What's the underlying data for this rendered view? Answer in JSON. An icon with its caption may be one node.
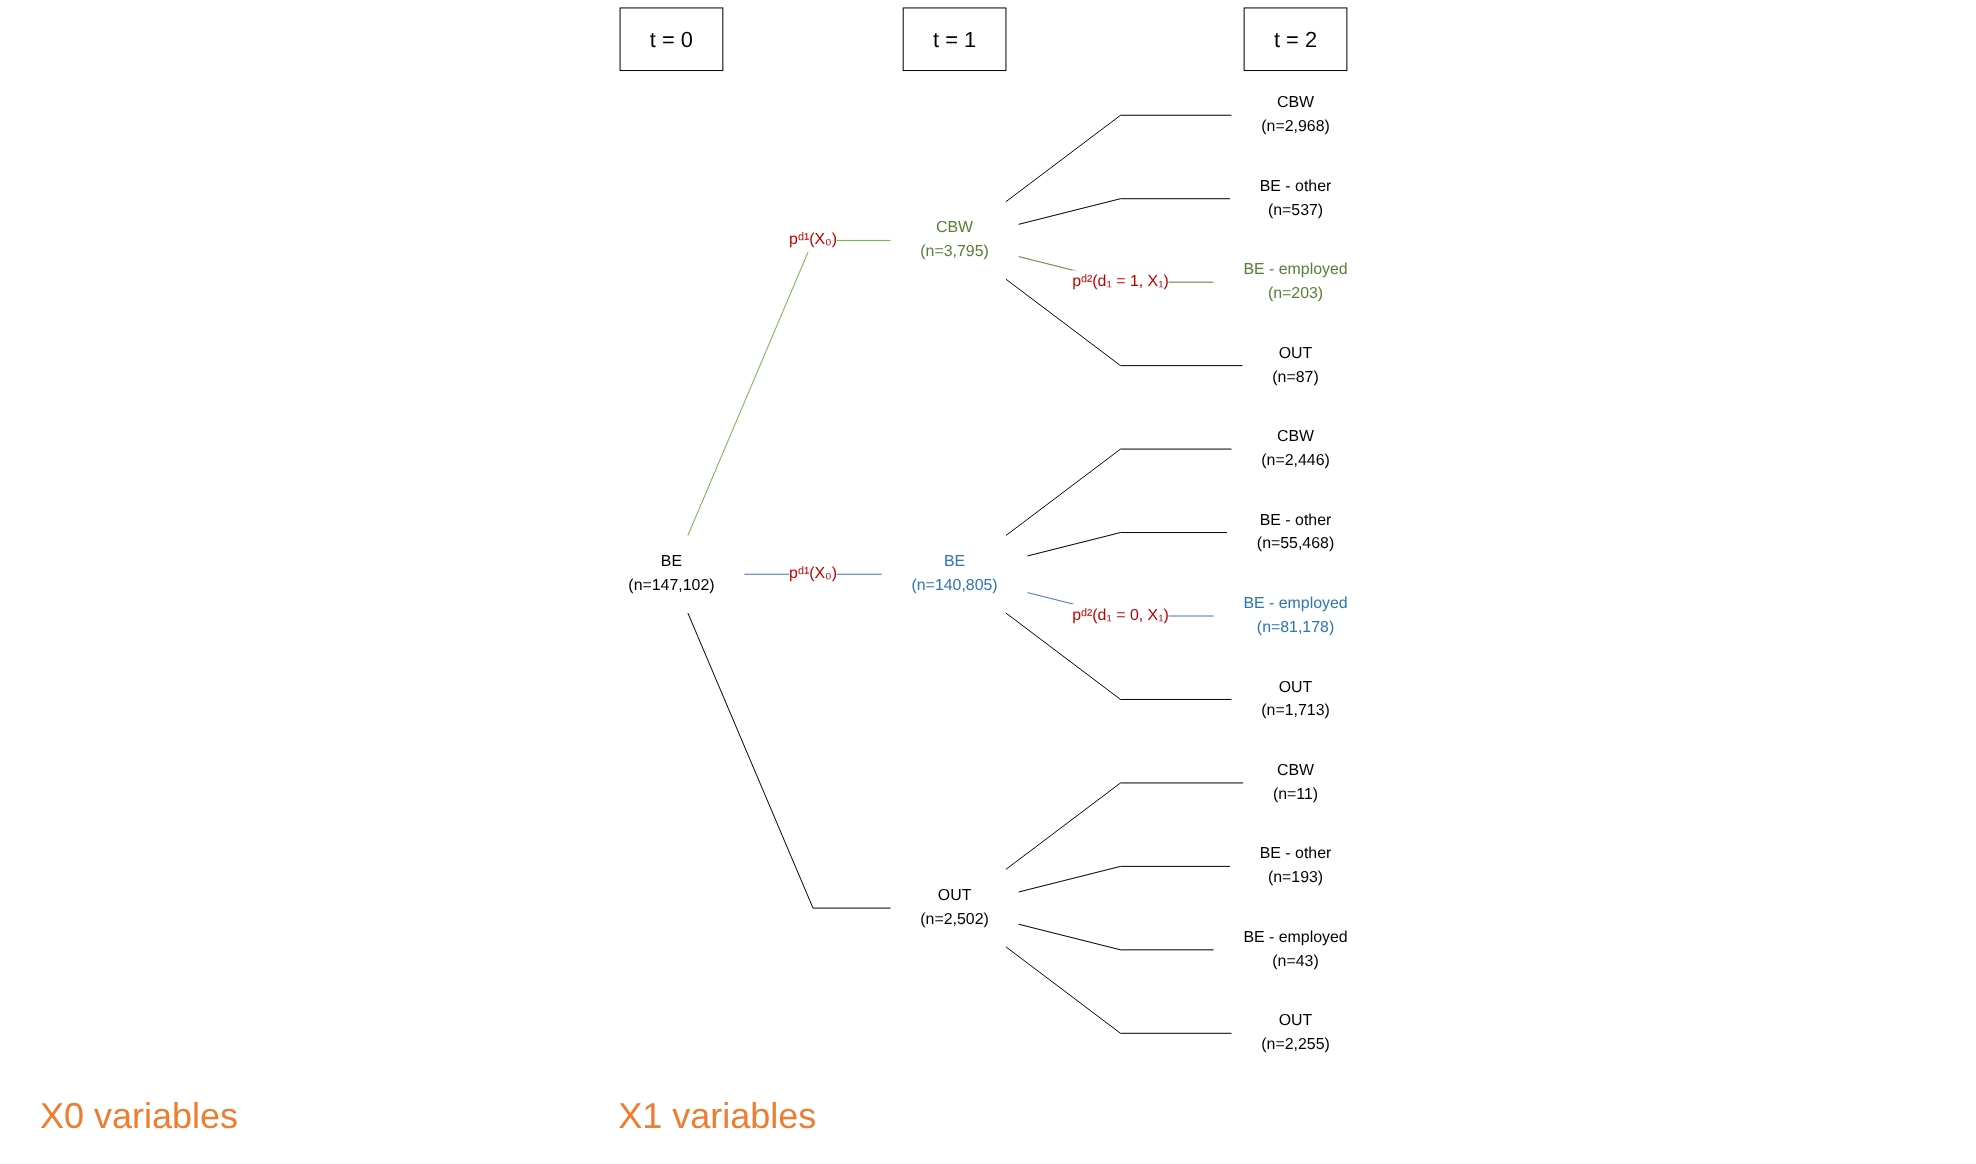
{
  "diagram": {
    "nodes": [
      {
        "text": [
          "t = 0"
        ]
      },
      {
        "text": [
          "t = 1"
        ]
      },
      {
        "text": [
          "t = 2"
        ]
      },
      {
        "text": [
          "BE",
          "(n=147,102)"
        ]
      },
      {
        "text": [
          "CBW",
          "(n=3,795)"
        ]
      },
      {
        "text": [
          "BE",
          "(n=140,805)"
        ]
      },
      {
        "text": [
          "OUT",
          "(n=2,502)"
        ]
      },
      {
        "text": [
          "CBW",
          "(n=2,968)"
        ]
      },
      {
        "text": [
          "BE - other",
          "(n=537)"
        ]
      },
      {
        "text": [
          "BE - employed",
          "(n=203)"
        ]
      },
      {
        "text": [
          "OUT",
          "(n=87)"
        ]
      },
      {
        "text": [
          "CBW",
          "(n=2,446)"
        ]
      },
      {
        "text": [
          "BE - other",
          "(n=55,468)"
        ]
      },
      {
        "text": [
          "BE - employed",
          "(n=81,178)"
        ]
      },
      {
        "text": [
          "OUT",
          "(n=1,713)"
        ]
      },
      {
        "text": [
          "CBW",
          "(n=11)"
        ]
      },
      {
        "text": [
          "BE - other",
          "(n=193)"
        ]
      },
      {
        "text": [
          "BE - employed",
          "(n=43)"
        ]
      },
      {
        "text": [
          "OUT",
          "(n=2,255)"
        ]
      }
    ],
    "edges": [
      {
        "from": 3,
        "to": 4,
        "arrow": "none",
        "label": "pᵈ¹(X₀)",
        "color": "#70ad47"
      },
      {
        "from": 3,
        "to": 5,
        "arrow": "none",
        "label": "pᵈ¹(X₀)",
        "color": "#4472c4"
      },
      {
        "from": 3,
        "to": 6,
        "arrow": "none"
      },
      {
        "from": 4,
        "to": 7,
        "arrow": "none"
      },
      {
        "from": 4,
        "to": 8,
        "arrow": "none"
      },
      {
        "from": 4,
        "to": 9,
        "arrow": "none",
        "label": "pᵈ²(d₁ = 1, X₁)",
        "color": "#548235"
      },
      {
        "from": 4,
        "to": 10,
        "arrow": "none"
      },
      {
        "from": 5,
        "to": 11,
        "arrow": "none"
      },
      {
        "from": 5,
        "to": 12,
        "arrow": "none"
      },
      {
        "from": 5,
        "to": 13,
        "arrow": "none",
        "label": "pᵈ²(d₁ = 0, X₁)",
        "color": "#4472c4"
      },
      {
        "from": 5,
        "to": 14,
        "arrow": "none"
      },
      {
        "from": 6,
        "to": 15,
        "arrow": "none"
      },
      {
        "from": 6,
        "to": 16,
        "arrow": "none"
      },
      {
        "from": 6,
        "to": 17,
        "arrow": "none"
      },
      {
        "from": 6,
        "to": 18,
        "arrow": "none"
      }
    ],
    "labels": [
      "X0 variables",
      "X1 variables"
    ]
  }
}
